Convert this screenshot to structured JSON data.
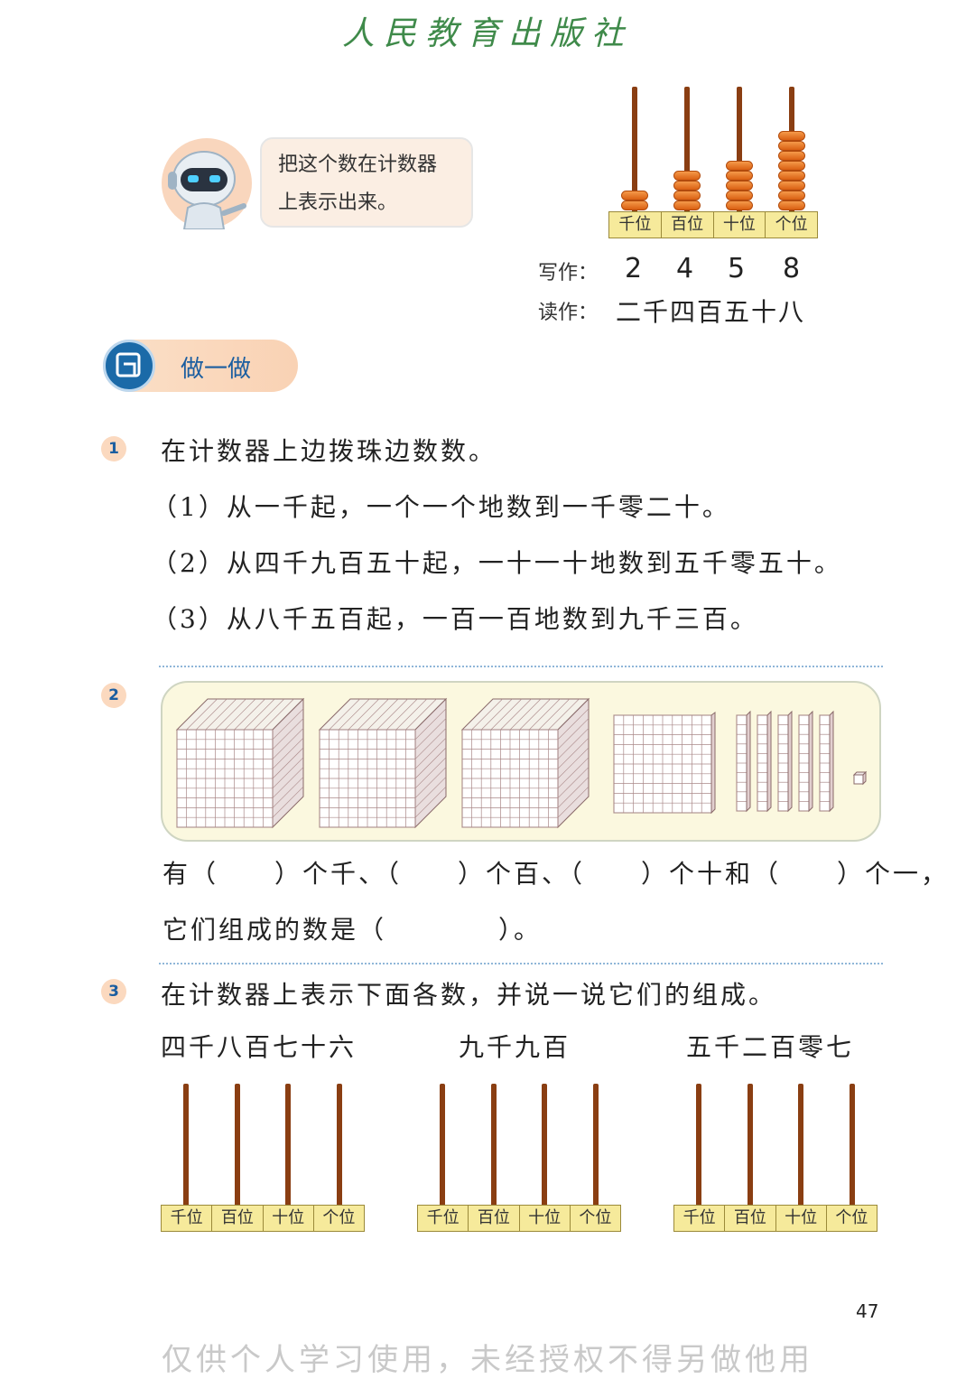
{
  "header": {
    "publisher": "人民教育出版社"
  },
  "bubble": {
    "line1": "把这个数在计数器",
    "line2": "上表示出来。"
  },
  "example": {
    "places": [
      "千位",
      "百位",
      "十位",
      "个位"
    ],
    "digits": [
      2,
      4,
      5,
      8
    ],
    "write_label": "写作：",
    "read_label": "读作：",
    "written": [
      "2",
      "4",
      "5",
      "8"
    ],
    "read": "二千四百五十八"
  },
  "section": {
    "title": "做一做"
  },
  "q1": {
    "num": "1",
    "text": "在计数器上边拨珠边数数。",
    "items": [
      "（1）从一千起，一个一个地数到一千零二十。",
      "（2）从四千九百五十起，一十一十地数到五千零五十。",
      "（3）从八千五百起，一百一百地数到九千三百。"
    ]
  },
  "q2": {
    "num": "2",
    "blocks": {
      "thousands": 3,
      "hundreds": 1,
      "tens": 5,
      "ones": 1
    },
    "line1": "有（　　）个千、（　　）个百、（　　）个十和（　　）个一，",
    "line2": "它们组成的数是（　　　　）。"
  },
  "q3": {
    "num": "3",
    "text": "在计数器上表示下面各数，并说一说它们的组成。",
    "numbers": [
      "四千八百七十六",
      "九千九百",
      "五千二百零七"
    ],
    "places": [
      "千位",
      "百位",
      "十位",
      "个位"
    ]
  },
  "page_number": "47",
  "watermark": "仅供个人学习使用，未经授权不得另做他用"
}
